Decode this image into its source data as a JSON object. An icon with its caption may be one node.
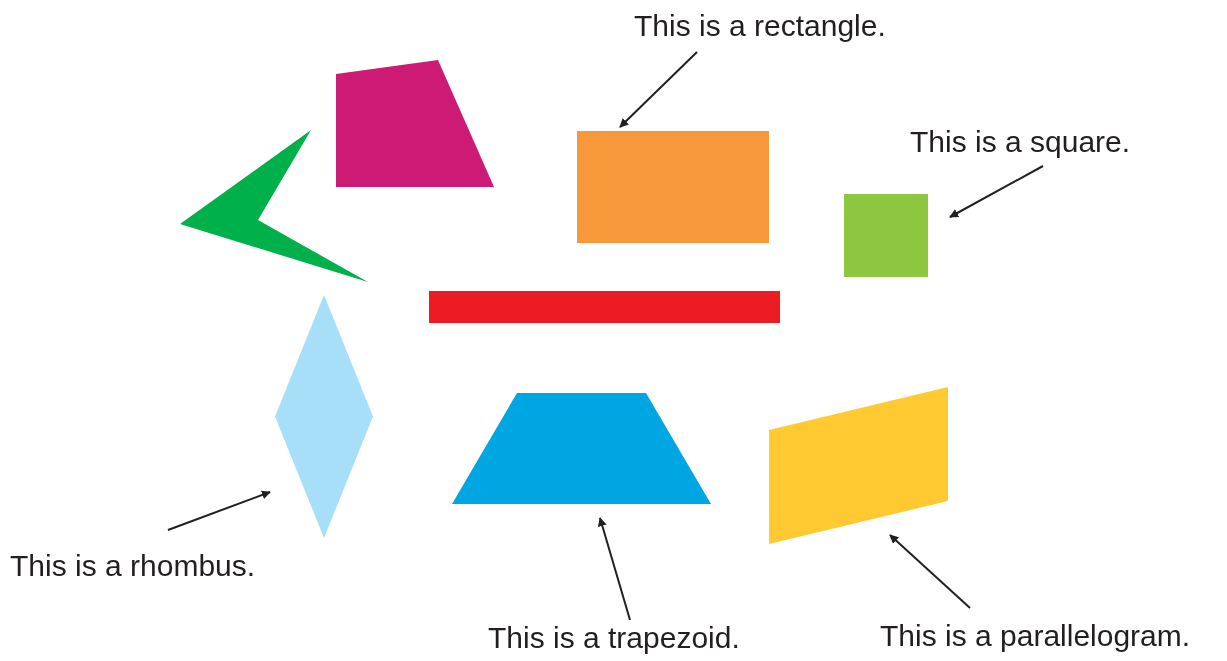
{
  "diagram": {
    "nodes": [
      {
        "text": [
          "This is a rectangle."
        ]
      },
      {
        "text": [],
        "shape": "quadrilateral"
      },
      {
        "text": [],
        "shape": "box"
      },
      {
        "text": [
          "This is a square."
        ]
      },
      {
        "text": [],
        "shape": "dart"
      },
      {
        "text": [],
        "shape": "box"
      },
      {
        "text": [],
        "shape": "bar"
      },
      {
        "text": [],
        "shape": "diamond"
      },
      {
        "text": [],
        "shape": "trapezoid"
      },
      {
        "text": [],
        "shape": "parallelogram"
      },
      {
        "text": [
          "This is a rhombus."
        ]
      },
      {
        "text": [
          "This is a trapezoid."
        ]
      },
      {
        "text": [
          "This is a parallelogram."
        ]
      }
    ],
    "edges": [
      {
        "from": 0,
        "to": 2,
        "arrow": "to"
      },
      {
        "from": 3,
        "to": 5,
        "arrow": "to"
      },
      {
        "from": 10,
        "to": 7,
        "arrow": "to"
      },
      {
        "from": 11,
        "to": 8,
        "arrow": "to"
      },
      {
        "from": 12,
        "to": 9,
        "arrow": "to"
      }
    ]
  }
}
